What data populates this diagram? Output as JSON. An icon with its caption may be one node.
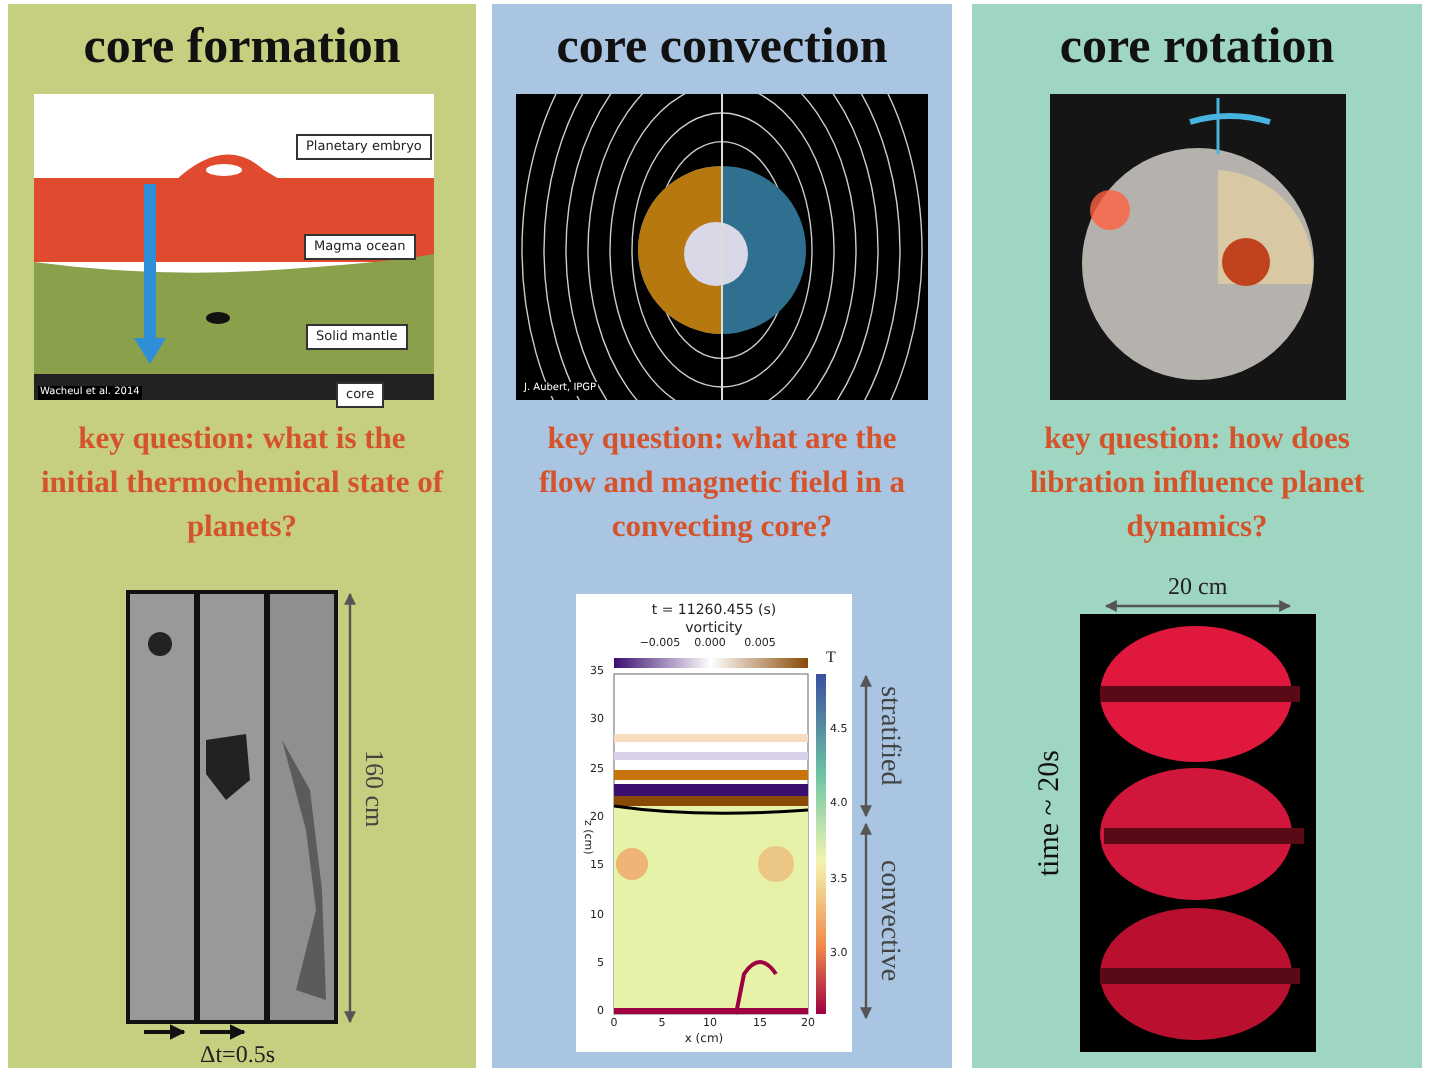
{
  "diagram": {
    "nodes": [
      {
        "text": [
          "core formation",
          "key question: what is the initial thermochemical state of planets?"
        ]
      },
      {
        "text": [
          "core convection",
          "key question: what are the flow and magnetic field in a convecting core?"
        ]
      },
      {
        "text": [
          "core rotation",
          "key question: how does libration influence planet dynamics?"
        ]
      }
    ],
    "edges": [],
    "labels": [
      "Planetary embryo",
      "Magma ocean",
      "Solid mantle",
      "Wacheul et al. 2014",
      "core",
      "160 cm",
      "Δt=0.5s",
      "J. Aubert, IPGP",
      "t = 11260.455 (s)",
      "vorticity",
      "−0.005",
      "0.000",
      "0.005",
      "T",
      "35",
      "30",
      "25",
      "20",
      "15",
      "10",
      "5",
      "0",
      "4.5",
      "4.0",
      "3.5",
      "3.0",
      "z (cm)",
      "0",
      "5",
      "10",
      "15",
      "20",
      "x (cm)",
      "stratified",
      "convective",
      "20 cm",
      "time ~ 20s"
    ]
  }
}
